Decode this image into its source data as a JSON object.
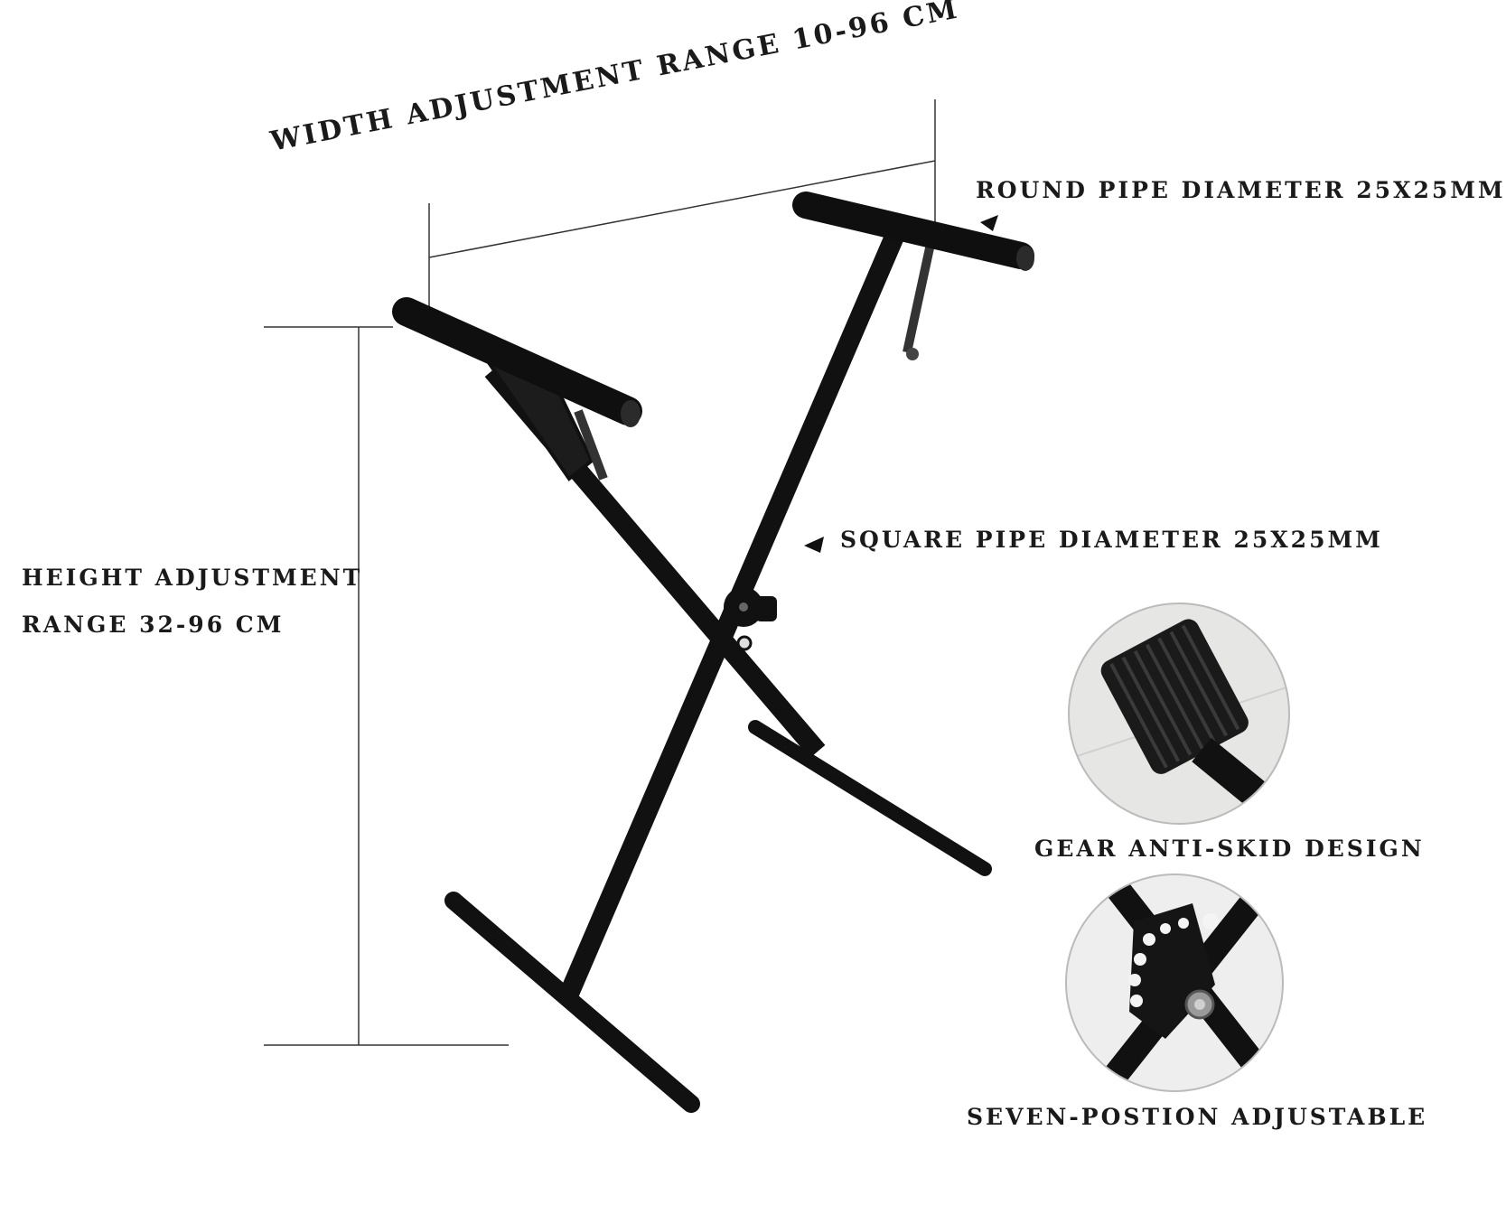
{
  "labels": {
    "width_adjustment": "WIDTH ADJUSTMENT RANGE 10-96 CM",
    "round_pipe": "ROUND PIPE DIAMETER 25X25MM",
    "square_pipe": "SQUARE PIPE DIAMETER 25X25MM",
    "height_line_1": "HEIGHT ADJUSTMENT",
    "height_line_2": "RANGE  32-96 CM",
    "gear_anti_skid": "GEAR ANTI-SKID DESIGN",
    "seven_position": "SEVEN-POSTION ADJUSTABLE"
  },
  "colors": {
    "frame": "#111111",
    "dimension_line": "#333333",
    "text": "#1a1a1a",
    "detail_bg": "#e4e4e4"
  },
  "icons": {
    "pointer": "arrowhead-icon"
  }
}
